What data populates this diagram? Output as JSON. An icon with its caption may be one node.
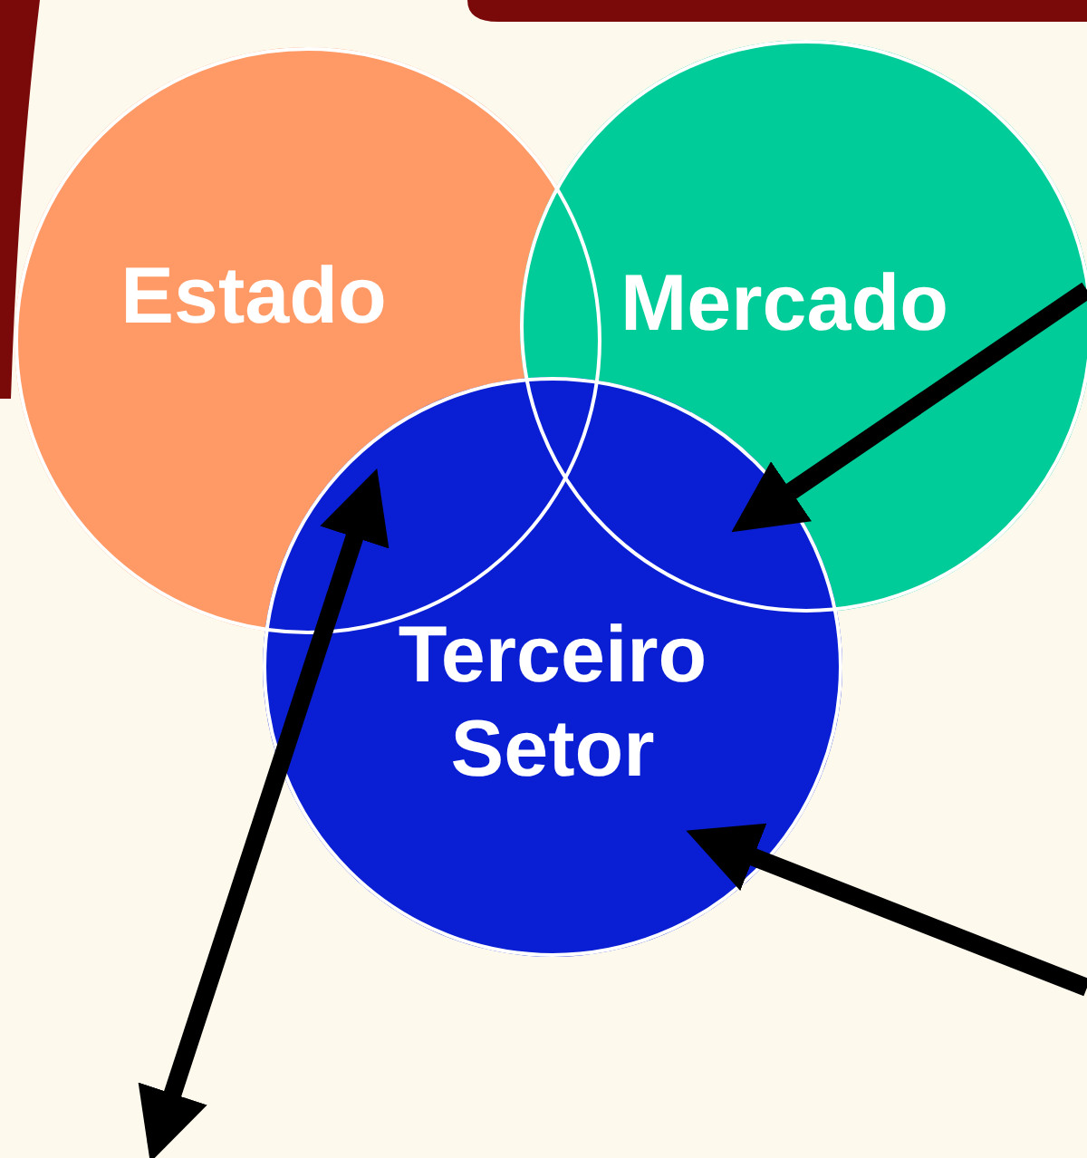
{
  "diagram": {
    "nodes": [
      {
        "text": [
          "Estado"
        ]
      },
      {
        "text": [
          "Mercado"
        ]
      },
      {
        "text": [
          "Terceiro Setor"
        ]
      }
    ],
    "edges": [
      {
        "from": null,
        "to": 1,
        "arrow": "to"
      },
      {
        "from": null,
        "to": 2,
        "arrow": "to"
      },
      {
        "from": null,
        "to": 0,
        "arrow": "both"
      }
    ]
  }
}
